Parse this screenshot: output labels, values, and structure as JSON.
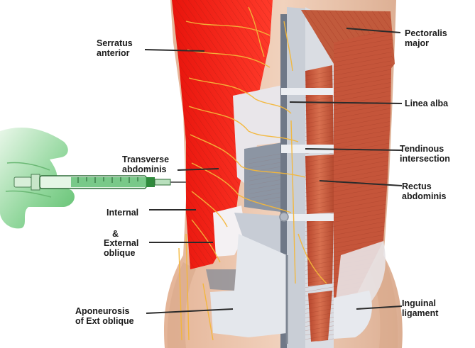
{
  "labels": {
    "serratus_anterior_1": "Serratus",
    "serratus_anterior_2": "anterior",
    "pectoralis_major_1": "Pectoralis",
    "pectoralis_major_2": "major",
    "linea_alba": "Linea alba",
    "tendinous_intersection_1": "Tendinous",
    "tendinous_intersection_2": "intersection",
    "transverse_abdominis_1": "Transverse",
    "transverse_abdominis_2": "abdominis",
    "rectus_abdominis_1": "Rectus",
    "rectus_abdominis_2": "abdominis",
    "internal": "Internal",
    "ampersand": "&",
    "external_oblique_1": "External",
    "external_oblique_2": "oblique",
    "aponeurosis_1": "Aponeurosis",
    "aponeurosis_2": "of Ext oblique",
    "inguinal_ligament_1": "Inguinal",
    "inguinal_ligament_2": "ligament"
  },
  "colors": {
    "skin": "#eec9b0",
    "skin_shadow": "#d9a88a",
    "muscle": "#c9553a",
    "muscle_dark": "#a23c26",
    "highlight_red": "#f21c12",
    "fascia": "#dfe3ea",
    "fascia_gray": "#9ea6b2",
    "nerve": "#f2b531",
    "glove": "#7fcf8a",
    "syringe_green": "#2f8a3c"
  },
  "icons": [
    "syringe-icon",
    "gloved-hand-icon"
  ]
}
